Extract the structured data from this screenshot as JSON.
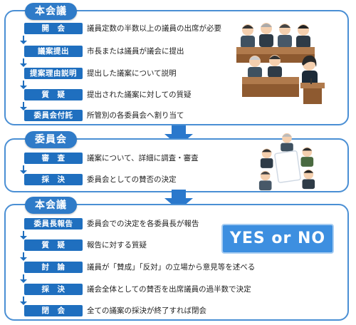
{
  "sections": [
    {
      "title": "本会議",
      "steps": [
        {
          "label": "開　会",
          "desc": "議員定数の半数以上の議員の出席が必要"
        },
        {
          "label": "議案提出",
          "desc": "市長または議員が議会に提出"
        },
        {
          "label": "提案理由説明",
          "desc": "提出した議案について説明"
        },
        {
          "label": "質　疑",
          "desc": "提出された議案に対しての質疑"
        },
        {
          "label": "委員会付託",
          "desc": "所管別の各委員会へ割り当て"
        }
      ]
    },
    {
      "title": "委員会",
      "steps": [
        {
          "label": "審　査",
          "desc": "議案について、詳細に調査・審査"
        },
        {
          "label": "採　決",
          "desc": "委員会としての賛否の決定"
        }
      ]
    },
    {
      "title": "本会議",
      "steps": [
        {
          "label": "委員長報告",
          "desc": "委員会での決定を各委員長が報告"
        },
        {
          "label": "質　疑",
          "desc": "報告に対する質疑"
        },
        {
          "label": "討　論",
          "desc": "議員が「賛成」「反対」の立場から意見等を述べる"
        },
        {
          "label": "採　決",
          "desc": "議会全体としての賛否を出席議員の過半数で決定"
        },
        {
          "label": "閉　会",
          "desc": "全ての議案の採決が終了すれば閉会"
        }
      ]
    }
  ],
  "yes_no_text": "YES or NO",
  "colors": {
    "section_border": "#4a8fd4",
    "title_bg": "#2f7bc8",
    "label_bg": "#1f6fbf",
    "flow_arrow": "#2a78cc",
    "yesno_bg": "#3d8fe0"
  },
  "icons": [
    "assembly-members-illustration",
    "committee-meeting-illustration",
    "down-arrow-icon",
    "flow-arrow-icon"
  ]
}
